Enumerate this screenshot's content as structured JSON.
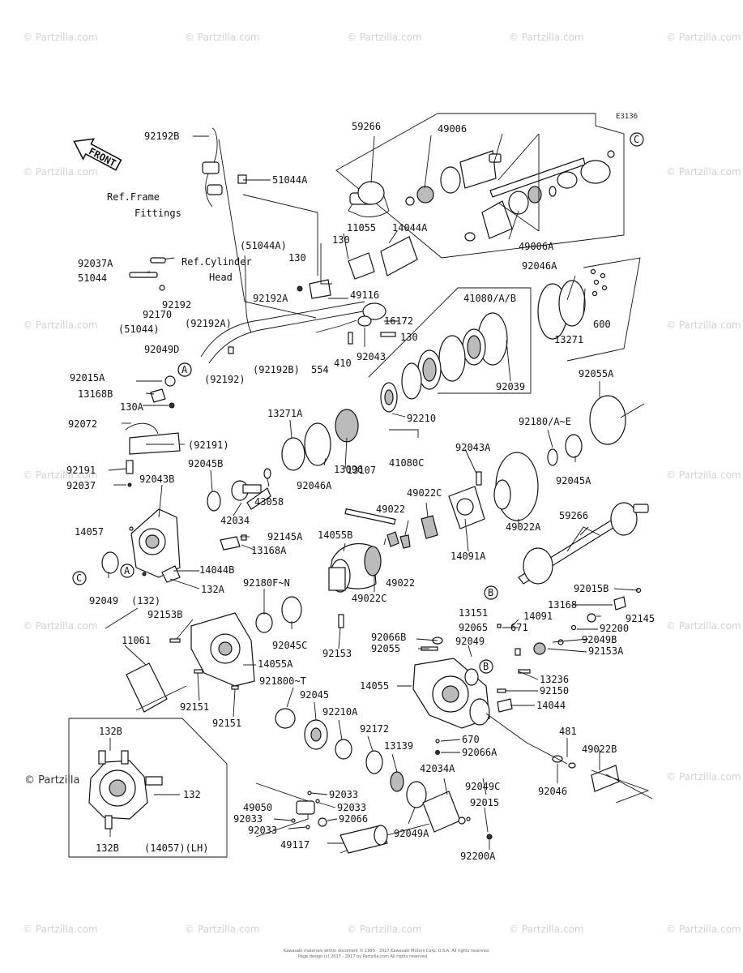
{
  "diagram_code": "E3136",
  "front_label": "FRONT",
  "watermark_text": "© Partzilla.com",
  "watermark_corner": "© Partzilla",
  "copyright_line1": "Kawasaki materials within document © 1995 - 2017 Kawasaki Motors Corp. U.S.A. All rights reserved.",
  "copyright_line2": "Page design (c) 2017 - 2017 by Partzilla.com All rights reserved.",
  "refs": {
    "frame1": "Ref.Frame",
    "frame2": "Fittings",
    "cyl1": "Ref.Cylinder",
    "cyl2": "Head"
  },
  "circle_labels": {
    "C": "C",
    "A": "A",
    "B": "B"
  },
  "labels": {
    "l92192B": "92192B",
    "l51044A": "51044A",
    "l51044Ap": "(51044A)",
    "l92037A": "92037A",
    "l51044": "51044",
    "l92170": "92170",
    "l92192": "92192",
    "l51044p": "(51044)",
    "l92192A": "92192A",
    "l92192Ap": "(92192A)",
    "l92192Bp": "(92192B)",
    "l92192p": "(92192)",
    "l554": "554",
    "l410": "410",
    "l130a": "130",
    "l130b": "130",
    "l130c": "130",
    "l11055": "11055",
    "l14044A": "14044A",
    "l49116": "49116",
    "l16172": "16172",
    "l92043": "92043",
    "l59266a": "59266",
    "l49006": "49006",
    "l49006A": "49006A",
    "l92046A": "92046A",
    "l600": "600",
    "l13271": "13271",
    "l41080AB": "41080/A/B",
    "l92039": "92039",
    "l92210": "92210",
    "l41080C": "41080C",
    "l92055A": "92055A",
    "l92049D": "92049D",
    "l92015A": "92015A",
    "l13168B": "13168B",
    "l130A": "130A",
    "l92072": "92072",
    "l92191p": "(92191)",
    "l92191": "92191",
    "l92037": "92037",
    "l92045B": "92045B",
    "l92043B": "92043B",
    "l13271A": "13271A",
    "l13096": "13096",
    "l92046Ab": "92046A",
    "l43058": "43058",
    "l42034": "42034",
    "l92145A": "92145A",
    "l13168A": "13168A",
    "l14057": "14057",
    "l14044B": "14044B",
    "l132A": "132A",
    "l132p": "(132)",
    "l92049": "92049",
    "l13107": "13107",
    "l49022Ca": "49022C",
    "l49022a": "49022",
    "l49022b": "49022",
    "l14055B": "14055B",
    "l49022Cb": "49022C",
    "l92043A": "92043A",
    "l14091A": "14091A",
    "l49022A": "49022A",
    "l92180AE": "92180/A~E",
    "l92045A": "92045A",
    "l59266b": "59266",
    "l92180FN": "92180F~N",
    "l92153B": "92153B",
    "l92045C": "92045C",
    "l92153": "92153",
    "l11061": "11061",
    "l14055A": "14055A",
    "l92151a": "92151",
    "l92151b": "92151",
    "l921800T": "921800~T",
    "l92045": "92045",
    "l92210A": "92210A",
    "l92172": "92172",
    "l92015B": "92015B",
    "l13168": "13168",
    "l92145": "92145",
    "l13151": "13151",
    "l92065": "92065",
    "l14091": "14091",
    "l671": "671",
    "l92200": "92200",
    "l92049B": "92049B",
    "l92153A": "92153A",
    "l92066B": "92066B",
    "l92055": "92055",
    "l92049b": "92049",
    "l14055": "14055",
    "l13236": "13236",
    "l92150": "92150",
    "l14044": "14044",
    "l670": "670",
    "l92066A": "92066A",
    "l13139": "13139",
    "l42034A": "42034A",
    "l92049C": "92049C",
    "l92015": "92015",
    "l92200A": "92200A",
    "l92049A": "92049A",
    "l481": "481",
    "l49022B": "49022B",
    "l92046": "92046",
    "l132B_top": "132B",
    "l132": "132",
    "l132B_bot": "132B",
    "l14057LH": "(14057)(LH)",
    "l92033a": "92033",
    "l49050": "49050",
    "l92033b": "92033",
    "l92033c": "92033",
    "l92066": "92066",
    "l92033d": "92033",
    "l49117": "49117"
  }
}
